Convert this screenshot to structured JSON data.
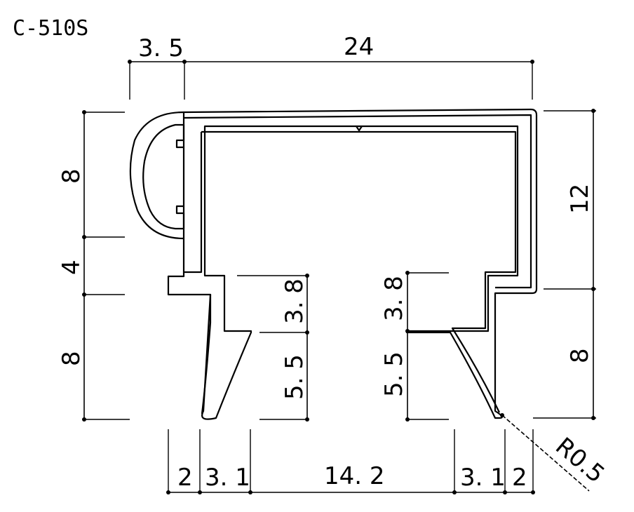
{
  "part_code": "C-510S",
  "dimensions": {
    "top_lip_width": "3. 5",
    "total_width": "24",
    "left_upper_height": "8",
    "left_mid_height": "4",
    "left_lower_height": "8",
    "right_upper_height": "12",
    "right_lower_height": "8",
    "left_slot_upper": "3. 8",
    "left_slot_lower": "5. 5",
    "right_slot_upper": "3. 8",
    "right_slot_lower": "5. 5",
    "bottom_left_edge": "2",
    "bottom_left_leg": "3. 1",
    "bottom_gap": "14. 2",
    "bottom_right_leg": "3. 1",
    "bottom_right_edge": "2",
    "corner_radius": "R0.5"
  },
  "colors": {
    "line": "#000000",
    "background": "#ffffff"
  }
}
